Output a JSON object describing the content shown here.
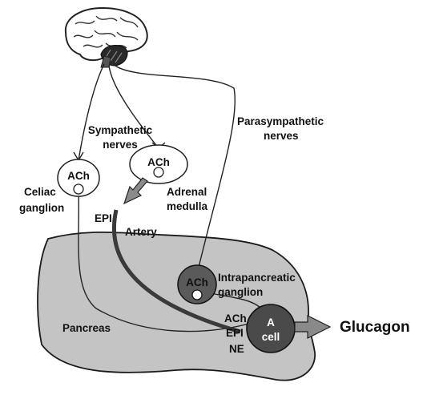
{
  "labels": {
    "sympathetic": [
      "Sympathetic",
      "nerves"
    ],
    "parasympathetic": [
      "Parasympathetic",
      "nerves"
    ],
    "celiac": [
      "Celiac",
      "ganglion"
    ],
    "adrenal": [
      "Adrenal",
      "medulla"
    ],
    "epi_top": "EPI",
    "artery": "Artery",
    "intrapancreatic": [
      "Intrapancreatic",
      "ganglion"
    ],
    "pancreas": "Pancreas",
    "ach_celiac": "ACh",
    "ach_adrenal": "ACh",
    "ach_intra": "ACh",
    "ach_cell": "ACh",
    "epi_cell": "EPI",
    "ne_cell": "NE",
    "a_cell": [
      "A",
      "cell"
    ],
    "glucagon": "Glucagon"
  },
  "colors": {
    "pancreas_fill": "#c4c4c4",
    "ganglion_dark": "#5a5a5a",
    "a_cell_fill": "#4a4a4a",
    "artery": "#3a3a3a",
    "nerve": "#222222",
    "arrow_fill": "#8a8a8a"
  },
  "icons": [
    "brain-icon"
  ]
}
